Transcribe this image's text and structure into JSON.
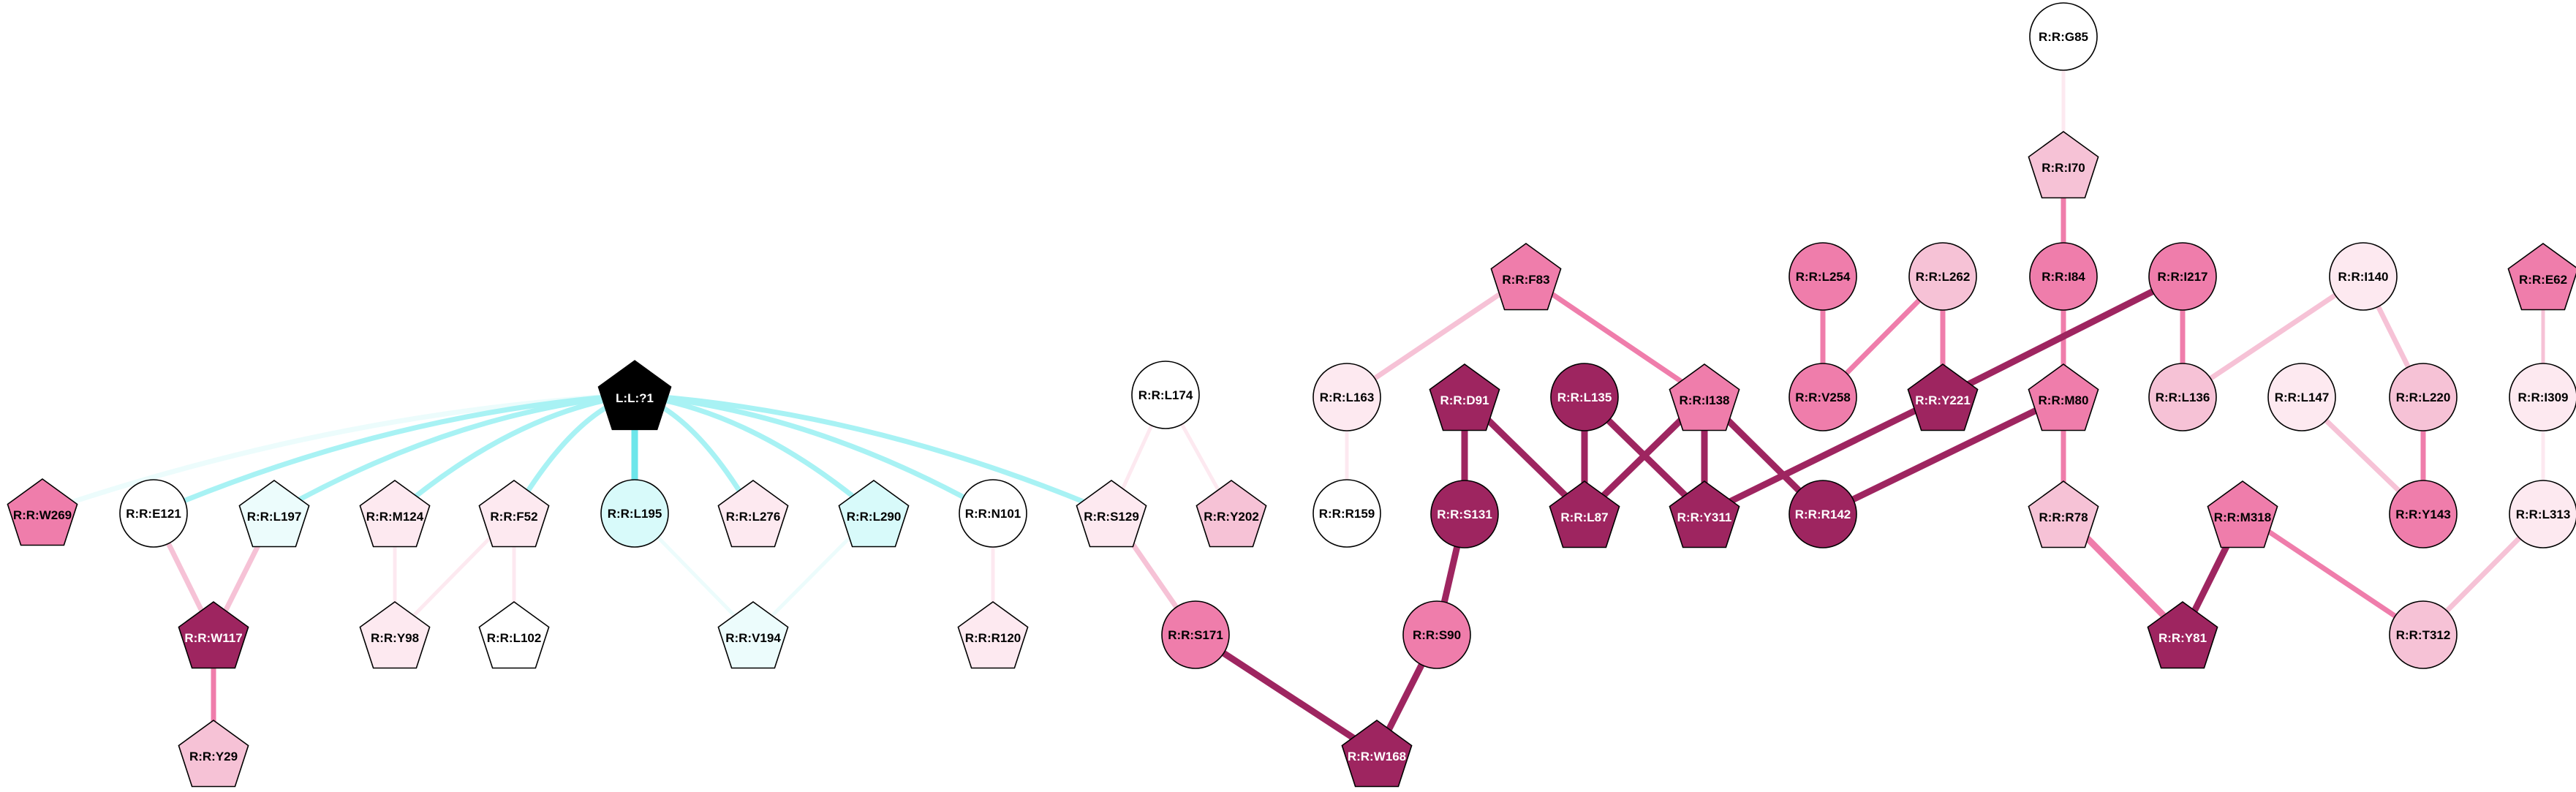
{
  "colors": {
    "darkest": "#9e2560",
    "dark": "#ef7dab",
    "medium": "#f6c2d6",
    "light": "#fde9f0",
    "white": "#ffffff",
    "cyan": "#d8fafa",
    "cyan_light": "#ecfcfc",
    "ligand": "#000000",
    "edge_cyan": "#a8f2f4",
    "edge_cyan_strong": "#6de6ea"
  },
  "nodes": [
    {
      "id": "G85",
      "label": "R:R:G85",
      "shape": "circle",
      "fill": "white"
    },
    {
      "id": "I70",
      "label": "R:R:I70",
      "shape": "pentagon",
      "fill": "medium"
    },
    {
      "id": "F83",
      "label": "R:R:F83",
      "shape": "pentagon",
      "fill": "dark"
    },
    {
      "id": "L254",
      "label": "R:R:L254",
      "shape": "circle",
      "fill": "dark"
    },
    {
      "id": "L262",
      "label": "R:R:L262",
      "shape": "circle",
      "fill": "medium"
    },
    {
      "id": "I84",
      "label": "R:R:I84",
      "shape": "circle",
      "fill": "dark"
    },
    {
      "id": "I217",
      "label": "R:R:I217",
      "shape": "circle",
      "fill": "dark"
    },
    {
      "id": "I140",
      "label": "R:R:I140",
      "shape": "circle",
      "fill": "light"
    },
    {
      "id": "E62",
      "label": "R:R:E62",
      "shape": "pentagon",
      "fill": "dark"
    },
    {
      "id": "LIG",
      "label": "L:L:?1",
      "shape": "pentagon",
      "fill": "ligand"
    },
    {
      "id": "L174",
      "label": "R:R:L174",
      "shape": "circle",
      "fill": "white"
    },
    {
      "id": "L163",
      "label": "R:R:L163",
      "shape": "circle",
      "fill": "light"
    },
    {
      "id": "D91",
      "label": "R:R:D91",
      "shape": "pentagon",
      "fill": "darkest"
    },
    {
      "id": "L135",
      "label": "R:R:L135",
      "shape": "circle",
      "fill": "darkest"
    },
    {
      "id": "I138",
      "label": "R:R:I138",
      "shape": "pentagon",
      "fill": "dark"
    },
    {
      "id": "V258",
      "label": "R:R:V258",
      "shape": "circle",
      "fill": "dark"
    },
    {
      "id": "Y221",
      "label": "R:R:Y221",
      "shape": "pentagon",
      "fill": "darkest"
    },
    {
      "id": "M80",
      "label": "R:R:M80",
      "shape": "pentagon",
      "fill": "dark"
    },
    {
      "id": "L136",
      "label": "R:R:L136",
      "shape": "circle",
      "fill": "medium"
    },
    {
      "id": "L147",
      "label": "R:R:L147",
      "shape": "circle",
      "fill": "light"
    },
    {
      "id": "L220",
      "label": "R:R:L220",
      "shape": "circle",
      "fill": "medium"
    },
    {
      "id": "I309",
      "label": "R:R:I309",
      "shape": "circle",
      "fill": "light"
    },
    {
      "id": "W269",
      "label": "R:R:W269",
      "shape": "pentagon",
      "fill": "dark"
    },
    {
      "id": "E121",
      "label": "R:R:E121",
      "shape": "circle",
      "fill": "white"
    },
    {
      "id": "L197",
      "label": "R:R:L197",
      "shape": "pentagon",
      "fill": "cyan_light"
    },
    {
      "id": "M124",
      "label": "R:R:M124",
      "shape": "pentagon",
      "fill": "light"
    },
    {
      "id": "F52",
      "label": "R:R:F52",
      "shape": "pentagon",
      "fill": "light"
    },
    {
      "id": "L195",
      "label": "R:R:L195",
      "shape": "circle",
      "fill": "cyan"
    },
    {
      "id": "L276",
      "label": "R:R:L276",
      "shape": "pentagon",
      "fill": "light"
    },
    {
      "id": "L290",
      "label": "R:R:L290",
      "shape": "pentagon",
      "fill": "cyan"
    },
    {
      "id": "N101",
      "label": "R:R:N101",
      "shape": "circle",
      "fill": "white"
    },
    {
      "id": "S129",
      "label": "R:R:S129",
      "shape": "pentagon",
      "fill": "light"
    },
    {
      "id": "Y202",
      "label": "R:R:Y202",
      "shape": "pentagon",
      "fill": "medium"
    },
    {
      "id": "R159",
      "label": "R:R:R159",
      "shape": "circle",
      "fill": "white"
    },
    {
      "id": "S131",
      "label": "R:R:S131",
      "shape": "circle",
      "fill": "darkest"
    },
    {
      "id": "L87",
      "label": "R:R:L87",
      "shape": "pentagon",
      "fill": "darkest"
    },
    {
      "id": "Y311",
      "label": "R:R:Y311",
      "shape": "pentagon",
      "fill": "darkest"
    },
    {
      "id": "R142",
      "label": "R:R:R142",
      "shape": "circle",
      "fill": "darkest"
    },
    {
      "id": "R78",
      "label": "R:R:R78",
      "shape": "pentagon",
      "fill": "medium"
    },
    {
      "id": "M318",
      "label": "R:R:M318",
      "shape": "pentagon",
      "fill": "dark"
    },
    {
      "id": "Y143",
      "label": "R:R:Y143",
      "shape": "circle",
      "fill": "dark"
    },
    {
      "id": "L313",
      "label": "R:R:L313",
      "shape": "circle",
      "fill": "light"
    },
    {
      "id": "W117",
      "label": "R:R:W117",
      "shape": "pentagon",
      "fill": "darkest"
    },
    {
      "id": "Y98",
      "label": "R:R:Y98",
      "shape": "pentagon",
      "fill": "light"
    },
    {
      "id": "L102",
      "label": "R:R:L102",
      "shape": "pentagon",
      "fill": "white"
    },
    {
      "id": "V194",
      "label": "R:R:V194",
      "shape": "pentagon",
      "fill": "cyan_light"
    },
    {
      "id": "R120",
      "label": "R:R:R120",
      "shape": "pentagon",
      "fill": "light"
    },
    {
      "id": "S171",
      "label": "R:R:S171",
      "shape": "circle",
      "fill": "dark"
    },
    {
      "id": "S90",
      "label": "R:R:S90",
      "shape": "circle",
      "fill": "dark"
    },
    {
      "id": "Y81",
      "label": "R:R:Y81",
      "shape": "pentagon",
      "fill": "darkest"
    },
    {
      "id": "T312",
      "label": "R:R:T312",
      "shape": "circle",
      "fill": "medium"
    },
    {
      "id": "Y29",
      "label": "R:R:Y29",
      "shape": "pentagon",
      "fill": "medium"
    },
    {
      "id": "W168",
      "label": "R:R:W168",
      "shape": "pentagon",
      "fill": "darkest"
    }
  ],
  "edges": [
    {
      "source": "G85",
      "target": "I70",
      "color": "light",
      "weight": 1
    },
    {
      "source": "I70",
      "target": "I84",
      "color": "dark",
      "weight": 2
    },
    {
      "source": "I84",
      "target": "M80",
      "color": "dark",
      "weight": 2
    },
    {
      "source": "M80",
      "target": "R78",
      "color": "dark",
      "weight": 2
    },
    {
      "source": "R78",
      "target": "Y81",
      "color": "dark",
      "weight": 3
    },
    {
      "source": "M80",
      "target": "R142",
      "color": "darkest",
      "weight": 3
    },
    {
      "source": "F83",
      "target": "L163",
      "color": "medium",
      "weight": 2
    },
    {
      "source": "F83",
      "target": "I138",
      "color": "dark",
      "weight": 2
    },
    {
      "source": "L163",
      "target": "R159",
      "color": "light",
      "weight": 1
    },
    {
      "source": "L254",
      "target": "V258",
      "color": "dark",
      "weight": 2
    },
    {
      "source": "L262",
      "target": "V258",
      "color": "dark",
      "weight": 2
    },
    {
      "source": "L262",
      "target": "Y221",
      "color": "dark",
      "weight": 2
    },
    {
      "source": "I217",
      "target": "Y221",
      "color": "darkest",
      "weight": 3
    },
    {
      "source": "I217",
      "target": "L136",
      "color": "dark",
      "weight": 2
    },
    {
      "source": "I140",
      "target": "L136",
      "color": "medium",
      "weight": 2
    },
    {
      "source": "I140",
      "target": "L220",
      "color": "medium",
      "weight": 2
    },
    {
      "source": "L147",
      "target": "Y143",
      "color": "medium",
      "weight": 2
    },
    {
      "source": "L220",
      "target": "Y143",
      "color": "dark",
      "weight": 2
    },
    {
      "source": "E62",
      "target": "I309",
      "color": "medium",
      "weight": 1
    },
    {
      "source": "I309",
      "target": "L313",
      "color": "light",
      "weight": 1
    },
    {
      "source": "L313",
      "target": "T312",
      "color": "medium",
      "weight": 2
    },
    {
      "source": "M318",
      "target": "T312",
      "color": "dark",
      "weight": 2
    },
    {
      "source": "M318",
      "target": "Y81",
      "color": "darkest",
      "weight": 3
    },
    {
      "source": "D91",
      "target": "S131",
      "color": "darkest",
      "weight": 3
    },
    {
      "source": "D91",
      "target": "L87",
      "color": "darkest",
      "weight": 3
    },
    {
      "source": "L135",
      "target": "L87",
      "color": "darkest",
      "weight": 3
    },
    {
      "source": "L135",
      "target": "Y311",
      "color": "darkest",
      "weight": 3
    },
    {
      "source": "I138",
      "target": "L87",
      "color": "darkest",
      "weight": 3
    },
    {
      "source": "I138",
      "target": "Y311",
      "color": "darkest",
      "weight": 3
    },
    {
      "source": "I138",
      "target": "R142",
      "color": "darkest",
      "weight": 3
    },
    {
      "source": "Y221",
      "target": "Y311",
      "color": "darkest",
      "weight": 3
    },
    {
      "source": "S131",
      "target": "S90",
      "color": "darkest",
      "weight": 3
    },
    {
      "source": "S90",
      "target": "W168",
      "color": "darkest",
      "weight": 3
    },
    {
      "source": "S171",
      "target": "W168",
      "color": "darkest",
      "weight": 3
    },
    {
      "source": "S129",
      "target": "S171",
      "color": "medium",
      "weight": 2
    },
    {
      "source": "L174",
      "target": "S129",
      "color": "light",
      "weight": 1
    },
    {
      "source": "L174",
      "target": "Y202",
      "color": "light",
      "weight": 1
    },
    {
      "source": "N101",
      "target": "R120",
      "color": "light",
      "weight": 1
    },
    {
      "source": "E121",
      "target": "W117",
      "color": "medium",
      "weight": 2
    },
    {
      "source": "L197",
      "target": "W117",
      "color": "medium",
      "weight": 2
    },
    {
      "source": "W117",
      "target": "Y29",
      "color": "dark",
      "weight": 2
    },
    {
      "source": "M124",
      "target": "Y98",
      "color": "light",
      "weight": 1
    },
    {
      "source": "F52",
      "target": "Y98",
      "color": "light",
      "weight": 1
    },
    {
      "source": "F52",
      "target": "L102",
      "color": "light",
      "weight": 1
    },
    {
      "source": "L195",
      "target": "V194",
      "color": "cyan_light",
      "weight": 1
    },
    {
      "source": "L290",
      "target": "V194",
      "color": "cyan_light",
      "weight": 1
    },
    {
      "source": "LIG",
      "target": "W269",
      "color": "cyan_light",
      "weight": 2
    },
    {
      "source": "LIG",
      "target": "E121",
      "color": "edge_cyan",
      "weight": 2
    },
    {
      "source": "LIG",
      "target": "L197",
      "color": "edge_cyan",
      "weight": 2
    },
    {
      "source": "LIG",
      "target": "M124",
      "color": "edge_cyan",
      "weight": 2
    },
    {
      "source": "LIG",
      "target": "F52",
      "color": "edge_cyan",
      "weight": 2
    },
    {
      "source": "LIG",
      "target": "L195",
      "color": "edge_cyan_strong",
      "weight": 3
    },
    {
      "source": "LIG",
      "target": "L276",
      "color": "edge_cyan",
      "weight": 2
    },
    {
      "source": "LIG",
      "target": "L290",
      "color": "edge_cyan",
      "weight": 2
    },
    {
      "source": "LIG",
      "target": "N101",
      "color": "edge_cyan",
      "weight": 2
    },
    {
      "source": "LIG",
      "target": "S129",
      "color": "edge_cyan",
      "weight": 2
    }
  ]
}
